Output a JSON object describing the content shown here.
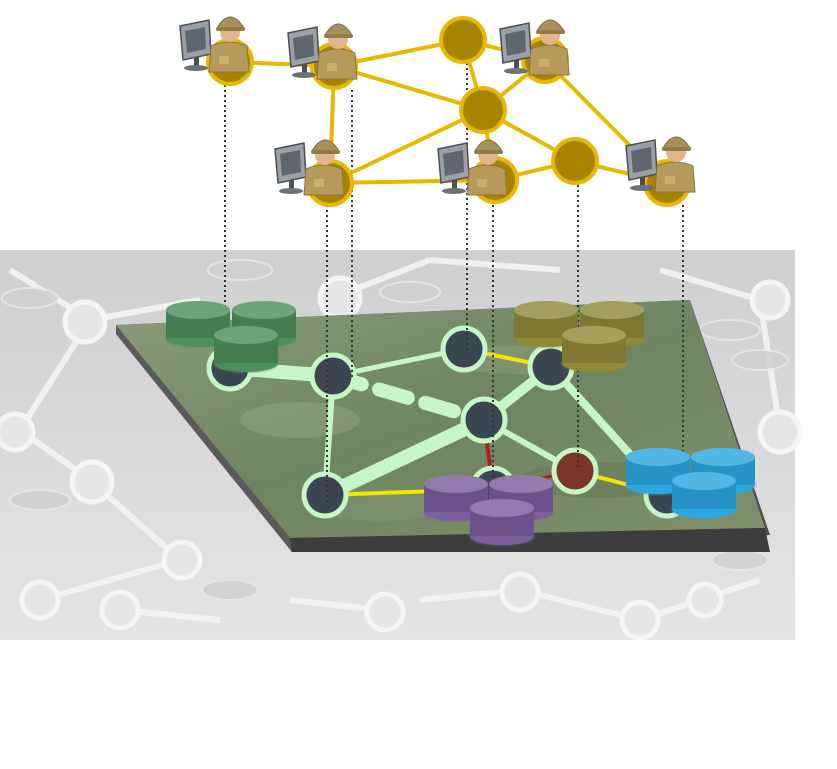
{
  "colors": {
    "overlay_link": "#e8b800",
    "overlay_node": "#a68400",
    "overlay_node_border": "#e8b800",
    "terrain_link": "#c8f5c8",
    "terrain_node": "#3c4652",
    "terrain_node_border": "#c8f5c8",
    "yellow_link": "#f3e600",
    "red_link": "#b01e1e",
    "red_node": "#7a3428",
    "drop_line": "#333333",
    "background_grey": "#d6d6d6",
    "terrain_green": "#6e8a62",
    "terrain_edge": "#4a4a4a",
    "cluster_green": "#4f8f5c",
    "cluster_olive": "#8f8a3a",
    "cluster_purple": "#7a5f9c",
    "cluster_blue": "#2ca8e0"
  },
  "icons": {
    "operator": "soldier-at-computer-icon",
    "storage": "database-cylinder-icon"
  },
  "overlay_operators": [
    {
      "id": "op1"
    },
    {
      "id": "op2"
    },
    {
      "id": "op3"
    },
    {
      "id": "op4"
    },
    {
      "id": "op5"
    },
    {
      "id": "op6"
    }
  ],
  "terrain_clusters": [
    {
      "id": "green"
    },
    {
      "id": "olive"
    },
    {
      "id": "purple"
    },
    {
      "id": "blue"
    }
  ]
}
